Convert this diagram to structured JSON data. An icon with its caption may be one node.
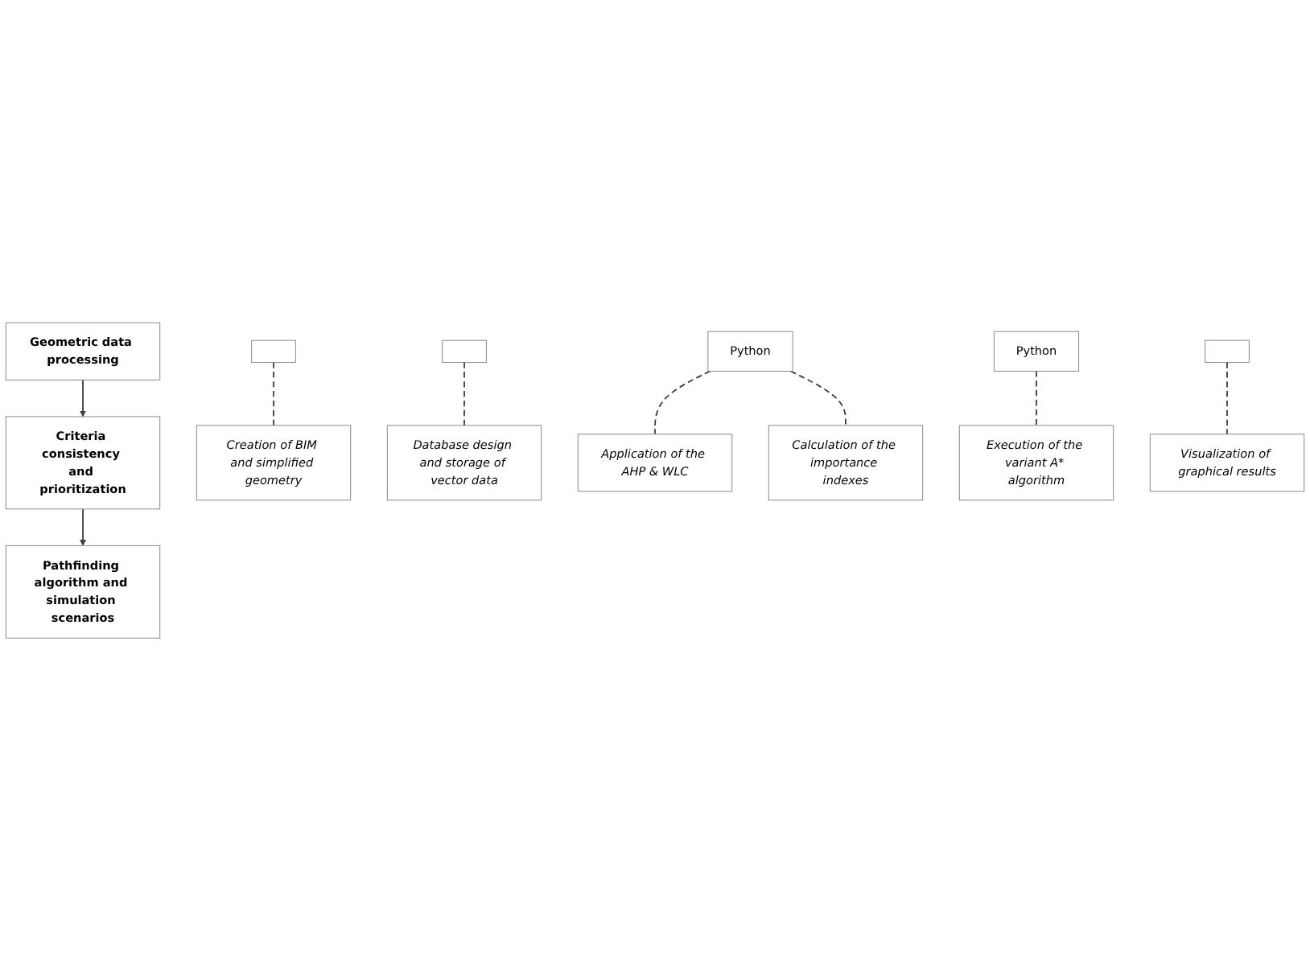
{
  "diagram": {
    "nodes": [
      {
        "text": [
          "Geometric data processing"
        ]
      },
      {
        "text": [
          "Criteria consistency and prioritization"
        ]
      },
      {
        "text": [
          "Pathfinding algorithm and simulation scenarios"
        ]
      },
      {
        "text": [],
        "shape": "box"
      },
      {
        "text": [
          "Creation of BIM and simplified geometry"
        ]
      },
      {
        "text": [],
        "shape": "box"
      },
      {
        "text": [
          "Database design and storage of vector data"
        ]
      },
      {
        "text": [
          "Python"
        ]
      },
      {
        "text": [
          "Application of the AHP & WLC"
        ]
      },
      {
        "text": [
          "Calculation of the importance indexes"
        ]
      },
      {
        "text": [
          "Python"
        ]
      },
      {
        "text": [
          "Execution of the variant A* algorithm"
        ]
      },
      {
        "text": [],
        "shape": "box"
      },
      {
        "text": [
          "Visualization of graphical results"
        ]
      }
    ],
    "edges": [
      {
        "from": 0,
        "to": 1,
        "arrow": "to"
      },
      {
        "from": 1,
        "to": 2,
        "arrow": "to"
      },
      {
        "from": 3,
        "to": 4,
        "arrow": "none",
        "style": "dashed"
      },
      {
        "from": 5,
        "to": 6,
        "arrow": "none",
        "style": "dashed"
      },
      {
        "from": 7,
        "to": 8,
        "arrow": "none",
        "style": "dashed"
      },
      {
        "from": 7,
        "to": 9,
        "arrow": "none",
        "style": "dashed"
      },
      {
        "from": 10,
        "to": 11,
        "arrow": "none",
        "style": "dashed"
      },
      {
        "from": 12,
        "to": 13,
        "arrow": "none",
        "style": "dashed"
      }
    ]
  }
}
